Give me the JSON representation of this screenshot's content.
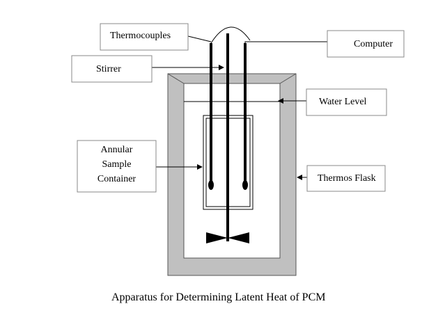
{
  "labels": {
    "thermocouples": "Thermocouples",
    "computer": "Computer",
    "stirrer": "Stirrer",
    "water_level": "Water Level",
    "annular_line1": "Annular",
    "annular_line2": "Sample",
    "annular_line3": "Container",
    "thermos_flask": "Thermos Flask"
  },
  "caption": "Apparatus for Determining Latent Heat of PCM",
  "colors": {
    "flask_wall": "#c0c0c0",
    "line": "#000000",
    "box_border": "#888888"
  }
}
